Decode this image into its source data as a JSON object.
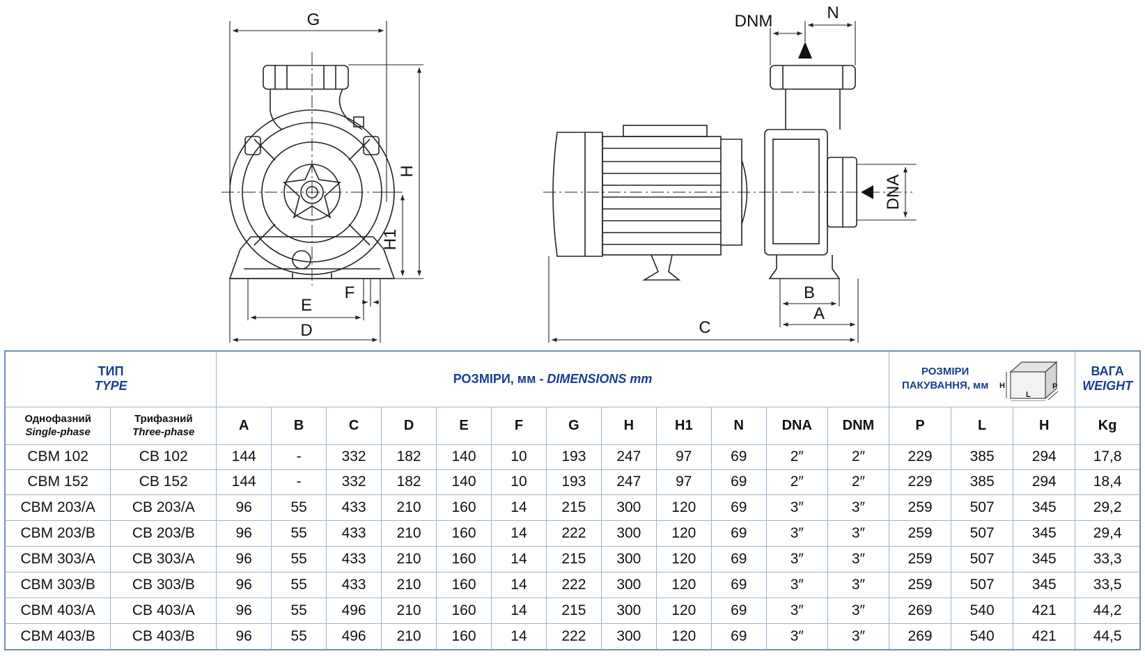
{
  "drawing": {
    "labels": {
      "g": "G",
      "h": "H",
      "h1": "H1",
      "e": "E",
      "f": "F",
      "d": "D",
      "dnm": "DNM",
      "n": "N",
      "dna": "DNA",
      "b": "B",
      "a": "A",
      "c": "C"
    },
    "box_labels": {
      "h": "H",
      "l": "L",
      "p": "P"
    }
  },
  "header": {
    "type_ua": "ТИП",
    "type_en": "TYPE",
    "dimensions_ua": "РОЗМІРИ, мм - ",
    "dimensions_en": "DIMENSIONS mm",
    "packaging_line1": "РОЗМІРИ",
    "packaging_line2": "ПАКУВАННЯ, мм",
    "weight_ua": "ВАГА",
    "weight_en": "WEIGHT"
  },
  "subheader": {
    "single_ua": "Однофазний",
    "single_en": "Single-phase",
    "three_ua": "Трифазний",
    "three_en": "Three-phase",
    "columns": [
      "A",
      "B",
      "C",
      "D",
      "E",
      "F",
      "G",
      "H",
      "H1",
      "N",
      "DNA",
      "DNM",
      "P",
      "L",
      "H",
      "Kg"
    ]
  },
  "rows": [
    [
      "CBM 102",
      "CB 102",
      "144",
      "-",
      "332",
      "182",
      "140",
      "10",
      "193",
      "247",
      "97",
      "69",
      "2″",
      "2″",
      "229",
      "385",
      "294",
      "17,8"
    ],
    [
      "CBM 152",
      "CB 152",
      "144",
      "-",
      "332",
      "182",
      "140",
      "10",
      "193",
      "247",
      "97",
      "69",
      "2″",
      "2″",
      "229",
      "385",
      "294",
      "18,4"
    ],
    [
      "CBM 203/A",
      "CB 203/A",
      "96",
      "55",
      "433",
      "210",
      "160",
      "14",
      "215",
      "300",
      "120",
      "69",
      "3″",
      "3″",
      "259",
      "507",
      "345",
      "29,2"
    ],
    [
      "CBM 203/B",
      "CB 203/B",
      "96",
      "55",
      "433",
      "210",
      "160",
      "14",
      "222",
      "300",
      "120",
      "69",
      "3″",
      "3″",
      "259",
      "507",
      "345",
      "29,4"
    ],
    [
      "CBM 303/A",
      "CB 303/A",
      "96",
      "55",
      "433",
      "210",
      "160",
      "14",
      "215",
      "300",
      "120",
      "69",
      "3″",
      "3″",
      "259",
      "507",
      "345",
      "33,3"
    ],
    [
      "CBM 303/B",
      "CB 303/B",
      "96",
      "55",
      "433",
      "210",
      "160",
      "14",
      "222",
      "300",
      "120",
      "69",
      "3″",
      "3″",
      "259",
      "507",
      "345",
      "33,5"
    ],
    [
      "CBM 403/A",
      "CB 403/A",
      "96",
      "55",
      "496",
      "210",
      "160",
      "14",
      "215",
      "300",
      "120",
      "69",
      "3″",
      "3″",
      "269",
      "540",
      "421",
      "44,2"
    ],
    [
      "CBM 403/B",
      "CB 403/B",
      "96",
      "55",
      "496",
      "210",
      "160",
      "14",
      "222",
      "300",
      "120",
      "69",
      "3″",
      "3″",
      "269",
      "540",
      "421",
      "44,5"
    ]
  ],
  "colors": {
    "header_text": "#1a3d8f",
    "table_border": "#6f8fb8"
  }
}
